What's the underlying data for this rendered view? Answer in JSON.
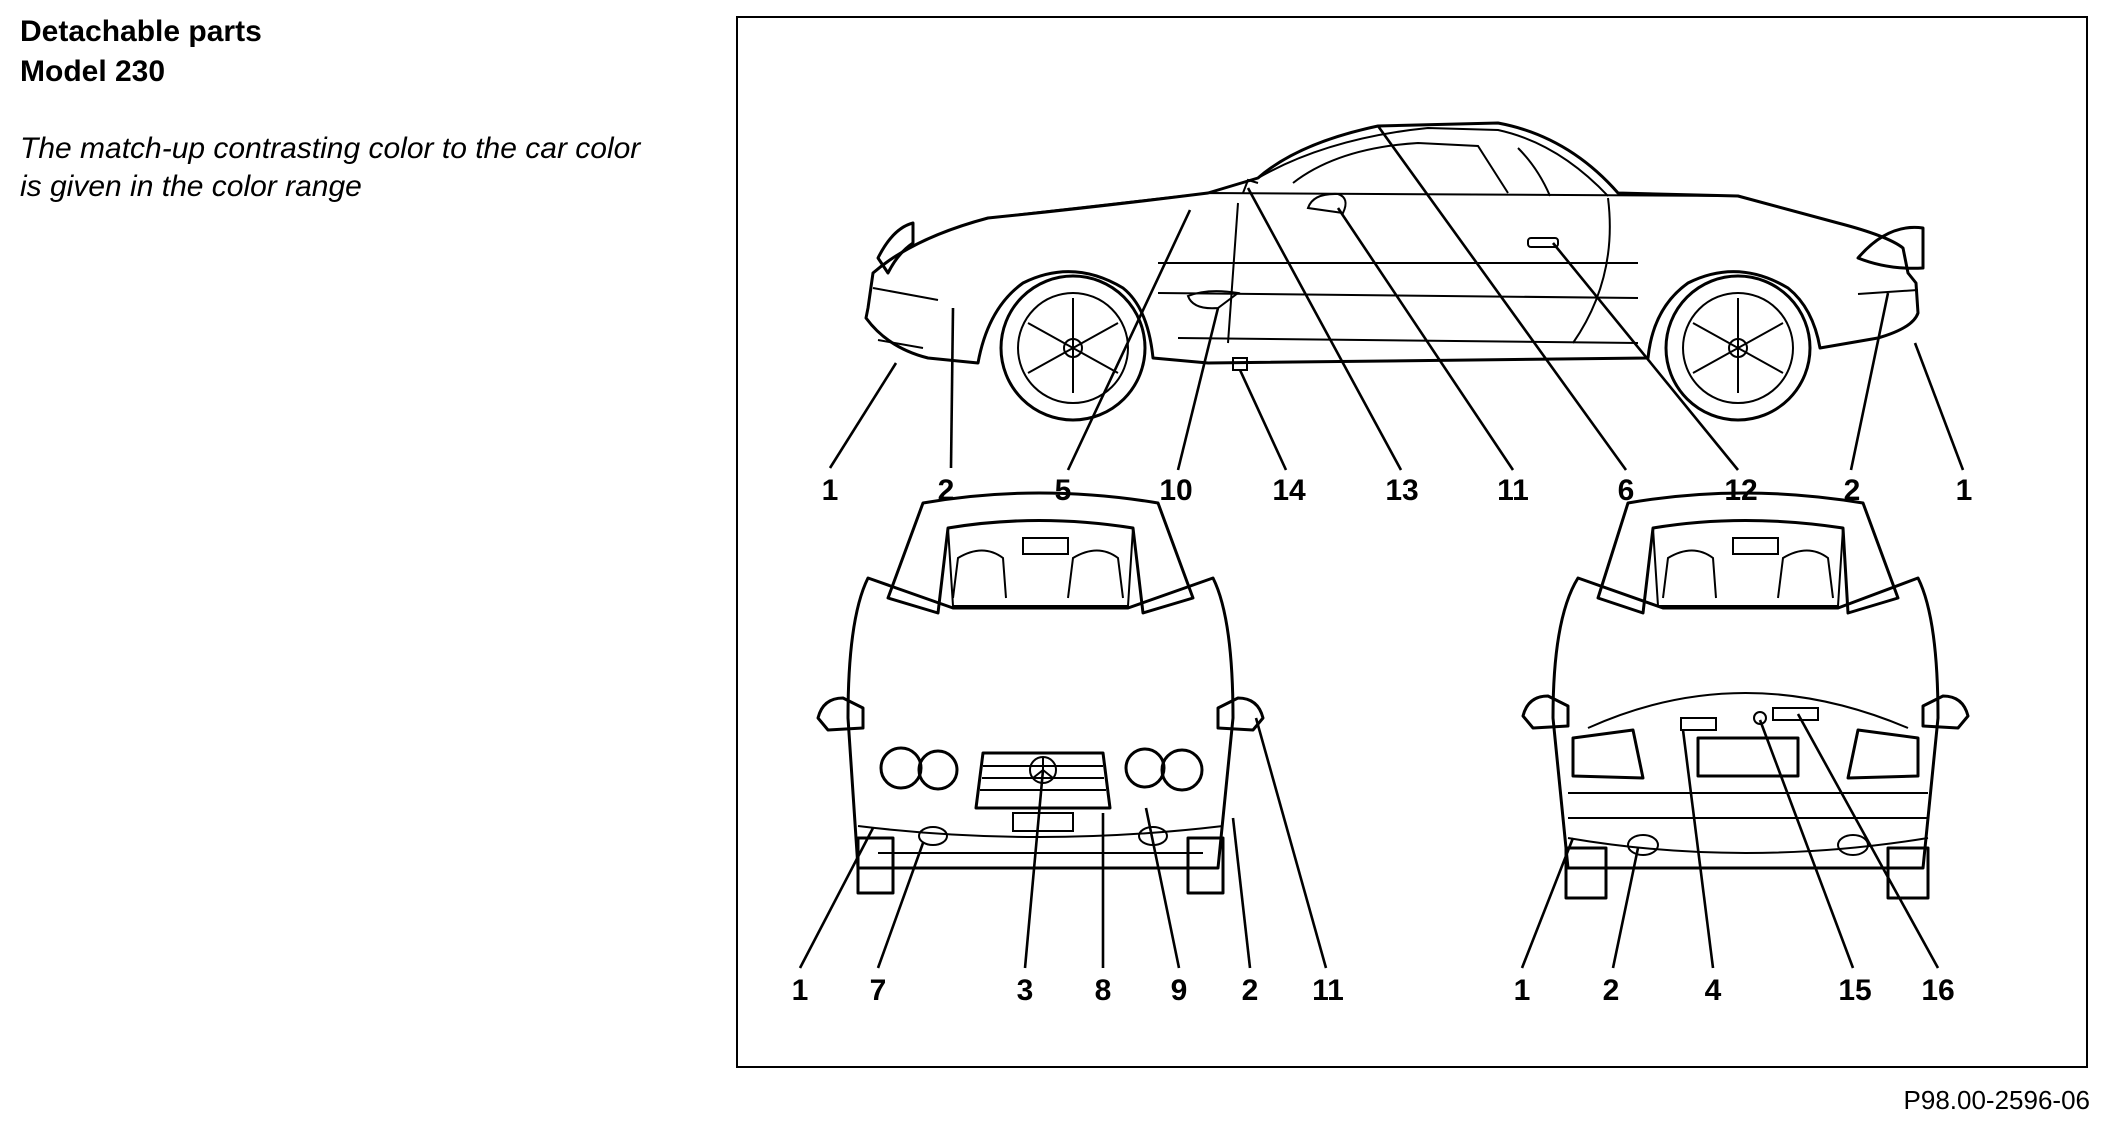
{
  "header": {
    "title_line1": "Detachable parts",
    "title_line2": "Model 230",
    "note": "The match-up contrasting color to the car color is given in the color range"
  },
  "figure": {
    "side_view": {
      "labels": [
        "1",
        "2",
        "5",
        "10",
        "14",
        "13",
        "11",
        "6",
        "12",
        "2",
        "1"
      ]
    },
    "front_view": {
      "labels": [
        "1",
        "7",
        "3",
        "8",
        "9",
        "2",
        "11"
      ]
    },
    "rear_view": {
      "labels": [
        "1",
        "2",
        "4",
        "15",
        "16"
      ]
    }
  },
  "reference": "P98.00-2596-06"
}
